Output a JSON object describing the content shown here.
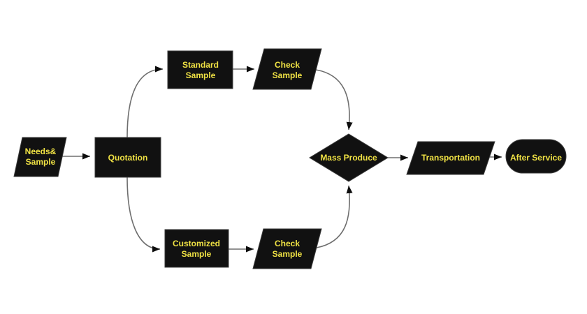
{
  "diagram": {
    "type": "flowchart",
    "colors": {
      "background": "#ffffff",
      "node_fill": "#111111",
      "node_border": "#3a3a3a",
      "label_text": "#f0e244",
      "connector": "#6e6e6e",
      "arrowhead": "#0d0d0d"
    },
    "nodes": {
      "needs_sample": {
        "shape": "parallelogram",
        "line1": "Needs&",
        "line2": "Sample"
      },
      "quotation": {
        "shape": "rectangle",
        "label": "Quotation"
      },
      "standard_sample": {
        "shape": "rectangle",
        "line1": "Standard",
        "line2": "Sample"
      },
      "check_sample_top": {
        "shape": "parallelogram",
        "line1": "Check",
        "line2": "Sample"
      },
      "customized_sample": {
        "shape": "rectangle",
        "line1": "Customized",
        "line2": "Sample"
      },
      "check_sample_bottom": {
        "shape": "parallelogram",
        "line1": "Check",
        "line2": "Sample"
      },
      "mass_produce": {
        "shape": "diamond",
        "label": "Mass Produce"
      },
      "transportation": {
        "shape": "parallelogram",
        "label": "Transportation"
      },
      "after_service": {
        "shape": "terminator",
        "label": "After Service"
      }
    },
    "edges": [
      {
        "from": "needs_sample",
        "to": "quotation"
      },
      {
        "from": "quotation",
        "to": "standard_sample"
      },
      {
        "from": "quotation",
        "to": "customized_sample"
      },
      {
        "from": "standard_sample",
        "to": "check_sample_top"
      },
      {
        "from": "customized_sample",
        "to": "check_sample_bottom"
      },
      {
        "from": "check_sample_top",
        "to": "mass_produce"
      },
      {
        "from": "check_sample_bottom",
        "to": "mass_produce"
      },
      {
        "from": "mass_produce",
        "to": "transportation"
      },
      {
        "from": "transportation",
        "to": "after_service"
      }
    ]
  }
}
